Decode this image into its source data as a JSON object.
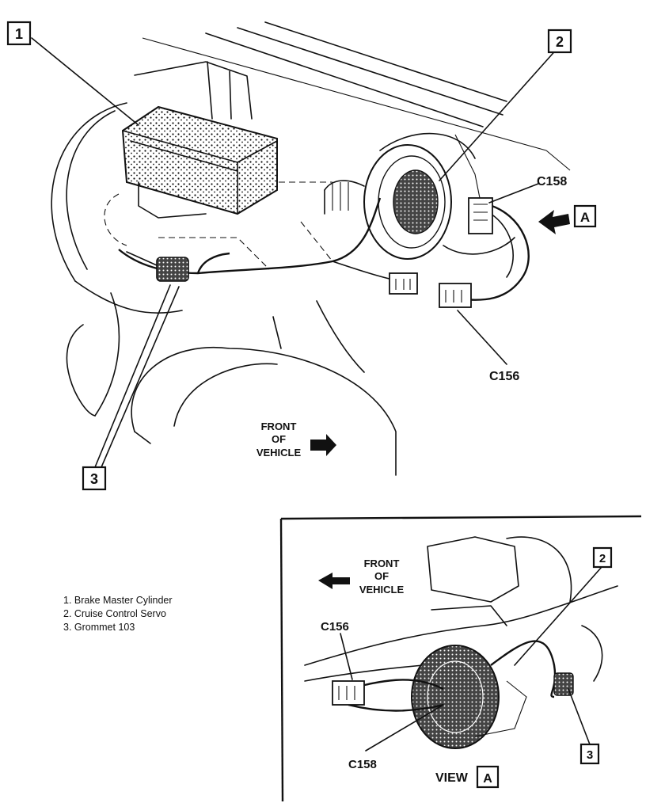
{
  "callouts": {
    "c1": "1",
    "c2": "2",
    "c3": "3",
    "ca": "A",
    "inset_c2": "2",
    "inset_c3": "3",
    "inset_view": "A"
  },
  "connectors": {
    "c158": "C158",
    "c156": "C156",
    "inset_c156": "C156",
    "inset_c158": "C158"
  },
  "direction": {
    "main": [
      "FRONT",
      "OF",
      "VEHICLE"
    ],
    "inset": [
      "FRONT",
      "OF",
      "VEHICLE"
    ]
  },
  "inset_title": "VIEW",
  "legend": [
    "1.  Brake Master Cylinder",
    "2.  Cruise Control Servo",
    "3.  Grommet 103"
  ]
}
